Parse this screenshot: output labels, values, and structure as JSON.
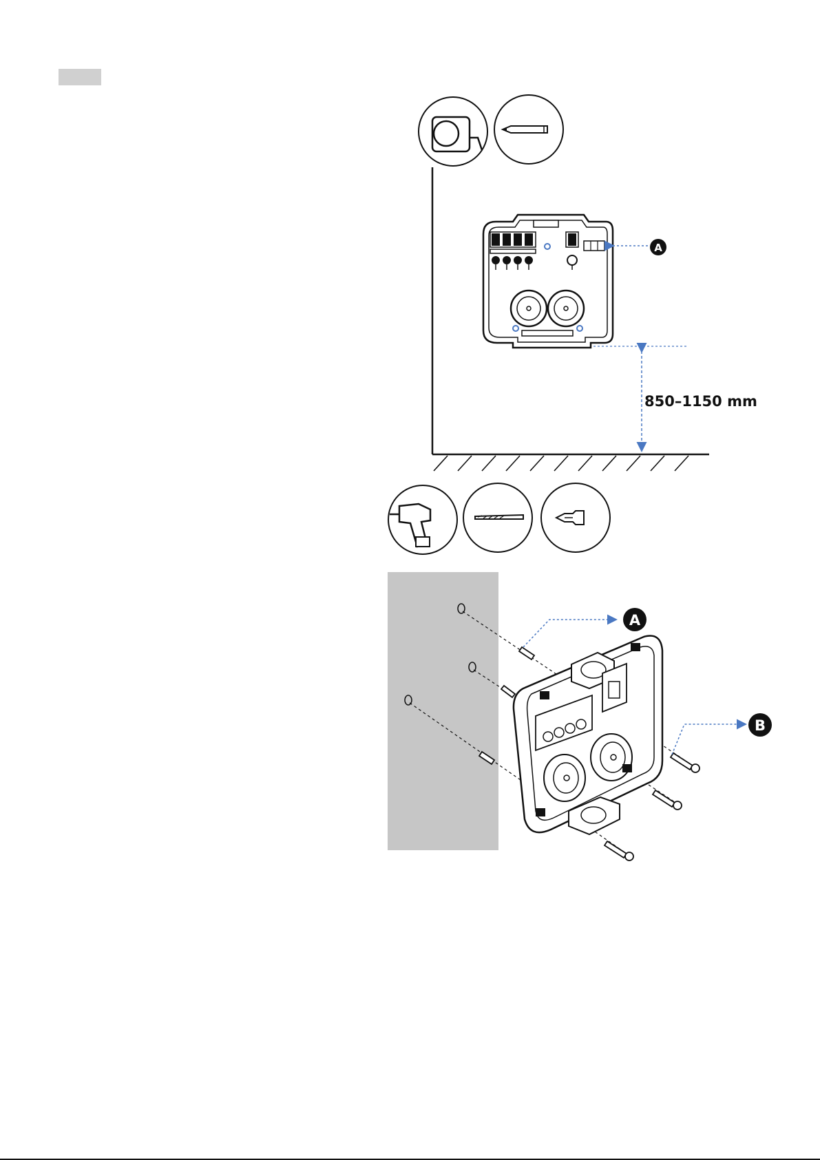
{
  "dimension": {
    "label": "850–1150 mm"
  },
  "callouts": {
    "a": "A",
    "b": "B"
  },
  "icons": {
    "step1": [
      "tape-measure-icon",
      "pencil-icon"
    ],
    "step2": [
      "drill-icon",
      "drill-bit-icon",
      "screwdriver-bit-icon"
    ]
  },
  "colors": {
    "accent": "#4a78c2",
    "wall": "#c6c6c6",
    "tab": "#d0d0d0",
    "line": "#111111"
  }
}
